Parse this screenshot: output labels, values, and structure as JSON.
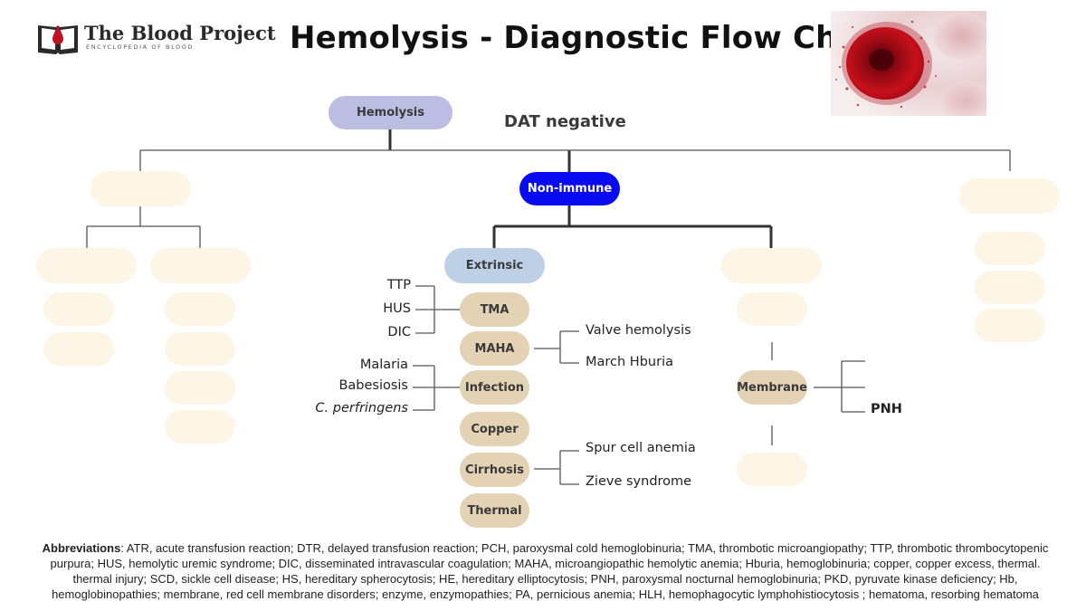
{
  "header": {
    "logo_title": "The Blood Project",
    "logo_subtitle": "ENCYCLOPEDIA OF BLOOD",
    "title": "Hemolysis - Diagnostic Flow Chart",
    "logo_icon": "book-blood-drop-icon",
    "image": "red-blood-cell-illustration"
  },
  "colors": {
    "root": "#bdbde3",
    "non_immune": "#0a0af0",
    "extrinsic": "#bdd0e6",
    "tan": "#e3d2b4",
    "placeholder": "#fdf6e6"
  },
  "tree": {
    "root": "Hemolysis",
    "condition": "DAT negative",
    "non_immune": "Non-immune",
    "extrinsic": "Extrinsic",
    "extrinsic_causes": [
      "TMA",
      "MAHA",
      "Infection",
      "Copper",
      "Cirrhosis",
      "Thermal"
    ],
    "tma_causes": [
      "TTP",
      "HUS",
      "DIC"
    ],
    "maha_causes": [
      "Valve hemolysis",
      "March Hburia"
    ],
    "infection_causes": [
      "Malaria",
      "Babesiosis",
      "C. perfringens"
    ],
    "cirrhosis_causes": [
      "Spur cell anemia",
      "Zieve syndrome"
    ],
    "membrane": "Membrane",
    "membrane_causes": [
      "PNH"
    ]
  },
  "footer": {
    "abbrev_label": "Abbreviations",
    "abbrev_text": ": ATR, acute transfusion reaction; DTR, delayed transfusion reaction; PCH, paroxysmal cold hemoglobinuria; TMA, thrombotic microangiopathy; TTP, thrombotic thrombocytopenic purpura; HUS, hemolytic uremic syndrome; DIC, disseminated intravascular coagulation; MAHA, microangiopathic hemolytic anemia; Hburia, hemoglobinuria; copper, copper excess, thermal. thermal injury; SCD, sickle cell disease; HS, hereditary spherocytosis; HE, hereditary elliptocytosis; PNH, paroxysmal nocturnal hemoglobinuria; PKD, pyruvate kinase deficiency; Hb, hemoglobinopathies; membrane, red cell membrane disorders; enzyme, enzymopathies; PA, pernicious anemia; HLH, hemophagocytic lymphohistiocytosis ; hematoma, resorbing hematoma"
  }
}
